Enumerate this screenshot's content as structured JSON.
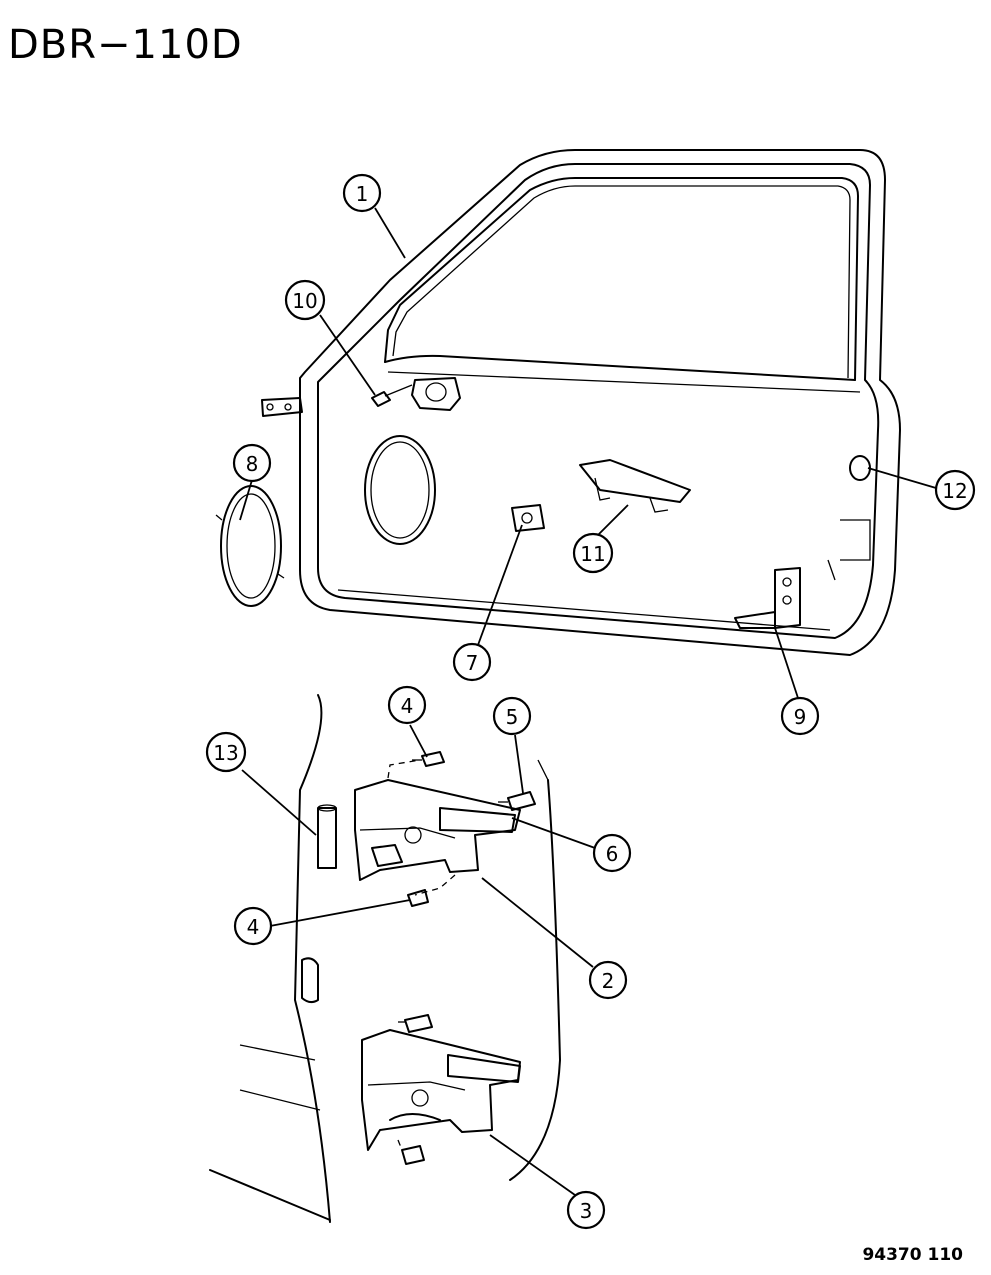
{
  "diagram_code": "DBR−110D",
  "figure_number": "94370 110",
  "callouts": [
    {
      "id": "1",
      "label": "1"
    },
    {
      "id": "2",
      "label": "2"
    },
    {
      "id": "3",
      "label": "3"
    },
    {
      "id": "4a",
      "label": "4"
    },
    {
      "id": "4b",
      "label": "4"
    },
    {
      "id": "5",
      "label": "5"
    },
    {
      "id": "6",
      "label": "6"
    },
    {
      "id": "7",
      "label": "7"
    },
    {
      "id": "8",
      "label": "8"
    },
    {
      "id": "9",
      "label": "9"
    },
    {
      "id": "10",
      "label": "10"
    },
    {
      "id": "11",
      "label": "11"
    },
    {
      "id": "12",
      "label": "12"
    },
    {
      "id": "13",
      "label": "13"
    }
  ]
}
